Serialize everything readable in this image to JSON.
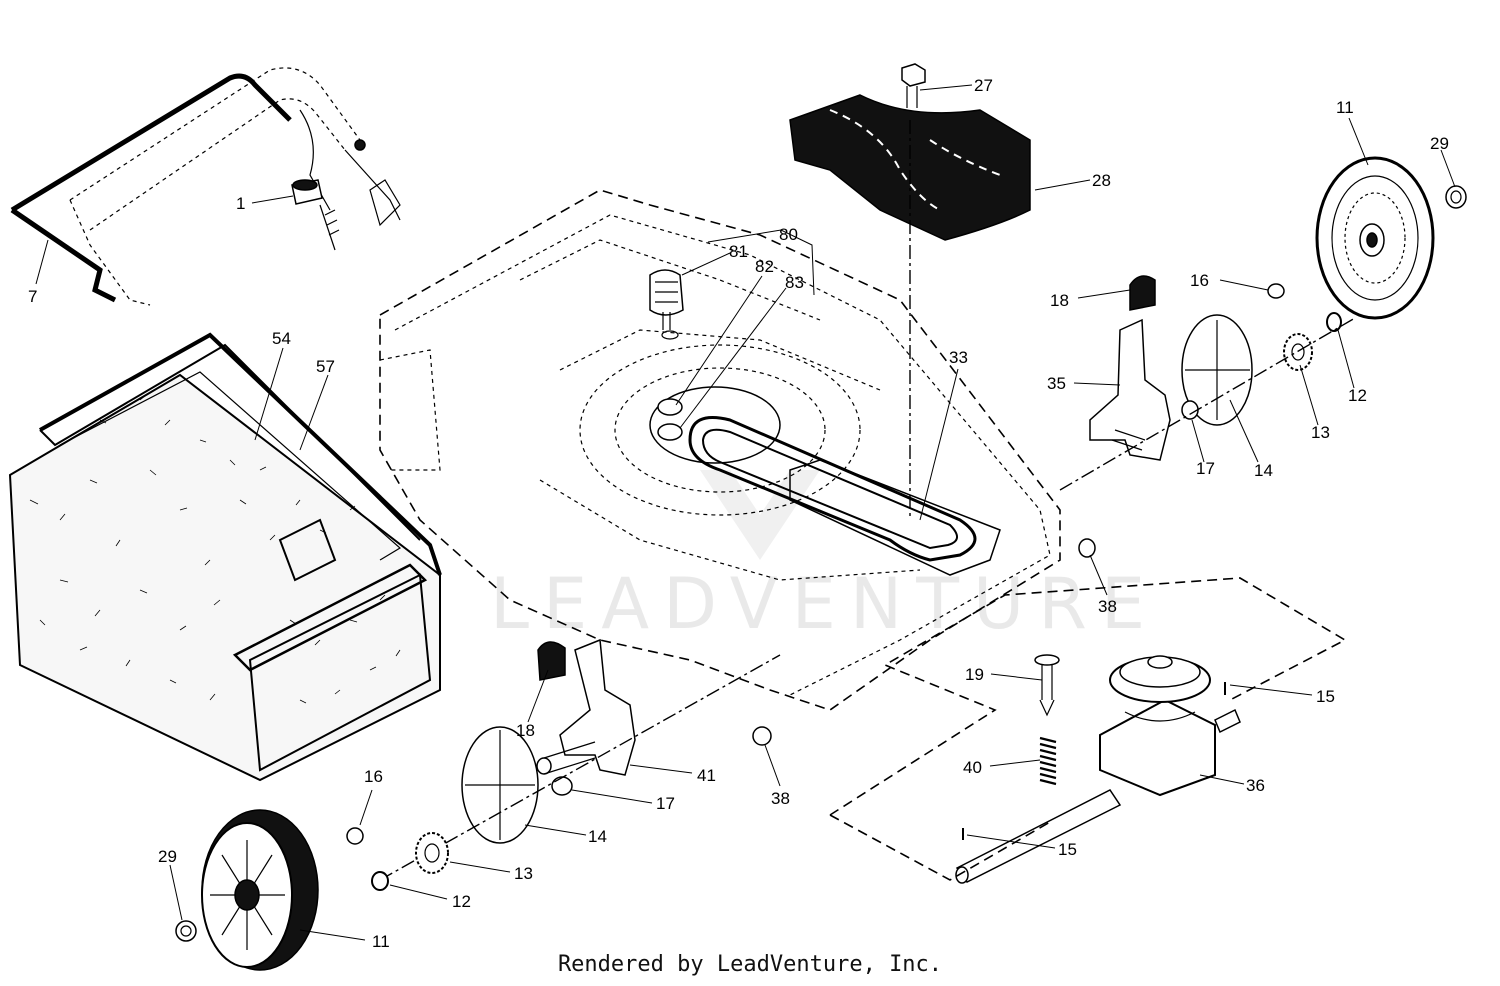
{
  "footer": "Rendered by LeadVenture, Inc.",
  "watermark": "LEADVENTURE",
  "callouts": [
    {
      "id": "c1",
      "label": "1"
    },
    {
      "id": "c7",
      "label": "7"
    },
    {
      "id": "c54",
      "label": "54"
    },
    {
      "id": "c57",
      "label": "57"
    },
    {
      "id": "c81",
      "label": "81"
    },
    {
      "id": "c80",
      "label": "80"
    },
    {
      "id": "c82",
      "label": "82"
    },
    {
      "id": "c83",
      "label": "83"
    },
    {
      "id": "c27",
      "label": "27"
    },
    {
      "id": "c28",
      "label": "28"
    },
    {
      "id": "c33",
      "label": "33"
    },
    {
      "id": "c18a",
      "label": "18"
    },
    {
      "id": "c35",
      "label": "35"
    },
    {
      "id": "c16a",
      "label": "16"
    },
    {
      "id": "c11a",
      "label": "11"
    },
    {
      "id": "c29a",
      "label": "29"
    },
    {
      "id": "c12a",
      "label": "12"
    },
    {
      "id": "c13a",
      "label": "13"
    },
    {
      "id": "c14a",
      "label": "14"
    },
    {
      "id": "c17a",
      "label": "17"
    },
    {
      "id": "c38a",
      "label": "38"
    },
    {
      "id": "c15a",
      "label": "15"
    },
    {
      "id": "c19",
      "label": "19"
    },
    {
      "id": "c40",
      "label": "40"
    },
    {
      "id": "c36",
      "label": "36"
    },
    {
      "id": "c15b",
      "label": "15"
    },
    {
      "id": "c38b",
      "label": "38"
    },
    {
      "id": "c41",
      "label": "41"
    },
    {
      "id": "c18b",
      "label": "18"
    },
    {
      "id": "c17b",
      "label": "17"
    },
    {
      "id": "c14b",
      "label": "14"
    },
    {
      "id": "c16b",
      "label": "16"
    },
    {
      "id": "c13b",
      "label": "13"
    },
    {
      "id": "c12b",
      "label": "12"
    },
    {
      "id": "c29b",
      "label": "29"
    },
    {
      "id": "c11b",
      "label": "11"
    }
  ]
}
